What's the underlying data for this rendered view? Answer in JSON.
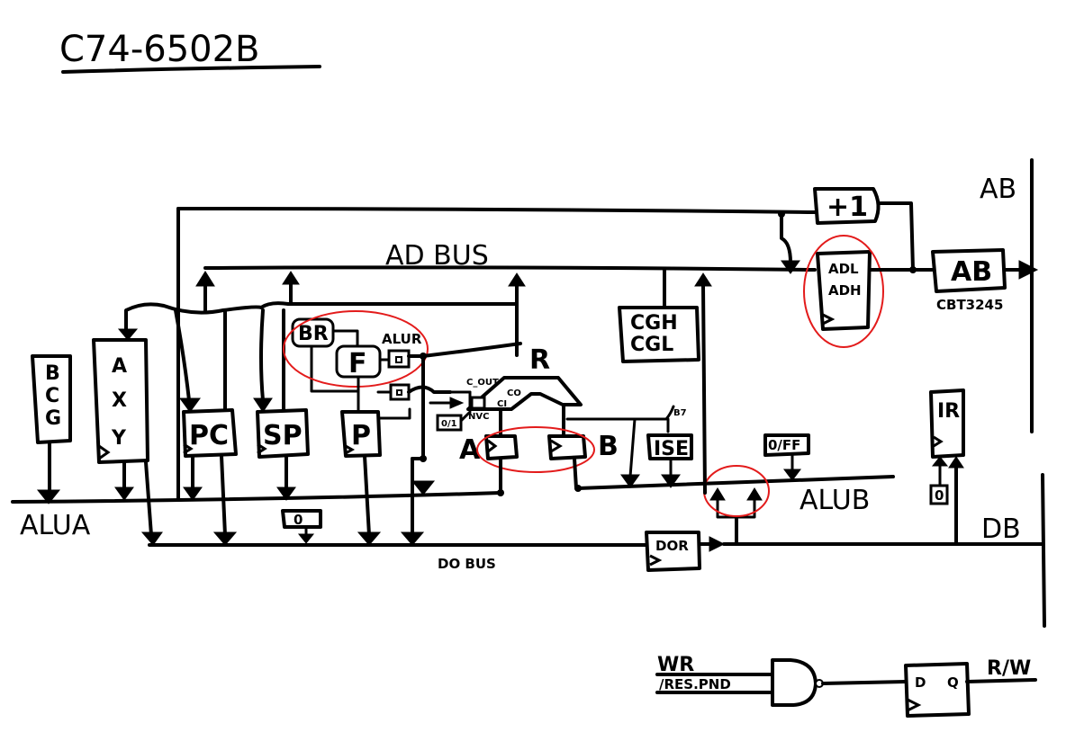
{
  "title": "C74-6502B",
  "buses": {
    "ad_bus": "AD BUS",
    "do_bus": "DO BUS",
    "alua": "ALUA",
    "alub": "ALUB",
    "ab": "AB",
    "db": "DB"
  },
  "blocks": {
    "bcg": [
      "B",
      "C",
      "G"
    ],
    "axy": [
      "A",
      "X",
      "Y"
    ],
    "pc": "PC",
    "sp": "SP",
    "p": "P",
    "br": "BR",
    "f": "F",
    "alur": "ALUR",
    "alu_label": "R",
    "cout": "C_OUT",
    "co": "CO",
    "ci": "CI",
    "nvc": "NVC",
    "zero_one": "0/1",
    "reg_a": "A",
    "reg_b": "B",
    "ise": "ISE",
    "b7": "B7",
    "cgh": "CGH",
    "cgl": "CGL",
    "adl": "ADL",
    "adh": "ADH",
    "plus_one": "+1",
    "ab_buffer": "AB",
    "ab_chip": "CBT3245",
    "ir": "IR",
    "ir_zero": "0",
    "zero_ff": "0/FF",
    "dor": "DOR",
    "zero_const": "0"
  },
  "rw_logic": {
    "input_wr": "WR",
    "input_res": "/RES.PND",
    "ff_d": "D",
    "ff_q": "Q",
    "output": "R/W"
  },
  "highlight_color": "#e31b1b"
}
